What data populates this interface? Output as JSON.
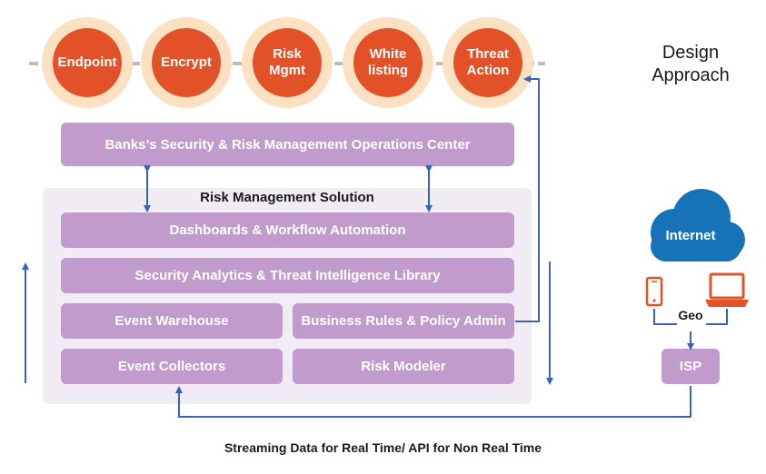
{
  "title": "Design\nApproach",
  "circles": [
    {
      "label": "Endpoint"
    },
    {
      "label": "Encrypt"
    },
    {
      "label": "Risk\nMgmt"
    },
    {
      "label": "White\nlisting"
    },
    {
      "label": "Threat\nAction"
    }
  ],
  "ops_center": "Banks’s Security & Risk Management Operations Center",
  "solution": {
    "title": "Risk Management Solution",
    "dashboards": "Dashboards & Workflow Automation",
    "analytics": "Security Analytics & Threat Intelligence Library",
    "event_warehouse": "Event Warehouse",
    "business_rules": "Business Rules & Policy Admin",
    "event_collectors": "Event Collectors",
    "risk_modeler": "Risk Modeler"
  },
  "internet": "Internet",
  "geo": "Geo",
  "isp": "ISP",
  "caption": "Streaming Data for Real Time/ API for Non Real Time",
  "colors": {
    "circle_fill": "#e35128",
    "circle_ring": "#fbe1c2",
    "bar_fill": "#c19bcb",
    "panel_fill": "#f1ecf3",
    "arrow": "#3a63b8",
    "cloud": "#1673b8",
    "device": "#e35128"
  },
  "icons": [
    "mobile-phone-icon",
    "laptop-icon",
    "cloud-icon"
  ]
}
